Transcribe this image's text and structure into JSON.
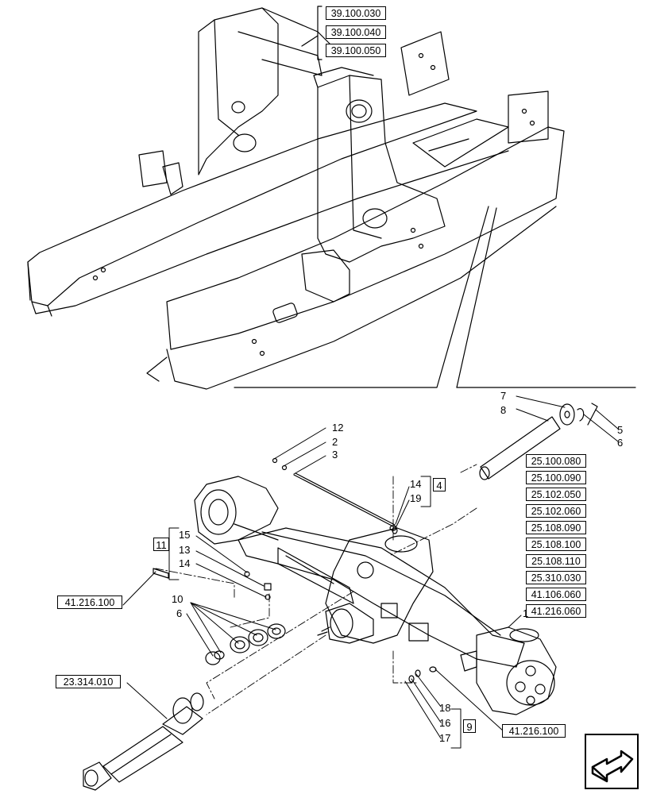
{
  "frame_refs": [
    "39.100.030",
    "39.100.040",
    "39.100.050"
  ],
  "axle_refs": [
    "25.100.080",
    "25.100.090",
    "25.102.050",
    "25.102.060",
    "25.108.090",
    "25.108.100",
    "25.108.110",
    "25.310.030",
    "41.106.060",
    "41.216.060"
  ],
  "other_refs": {
    "left_mount": "41.216.100",
    "driveshaft": "23.314.010",
    "right_mount": "41.216.100"
  },
  "callouts": {
    "n1": "1",
    "n2": "2",
    "n3": "3",
    "n4": "4",
    "n5": "5",
    "n6a": "6",
    "n6b": "6",
    "n7": "7",
    "n8": "8",
    "n9": "9",
    "n10": "10",
    "n11": "11",
    "n12": "12",
    "n13": "13",
    "n14a": "14",
    "n14b": "14",
    "n15": "15",
    "n16": "16",
    "n17": "17",
    "n18": "18",
    "n19": "19"
  },
  "nav_icon": "navigation-arrow-icon"
}
